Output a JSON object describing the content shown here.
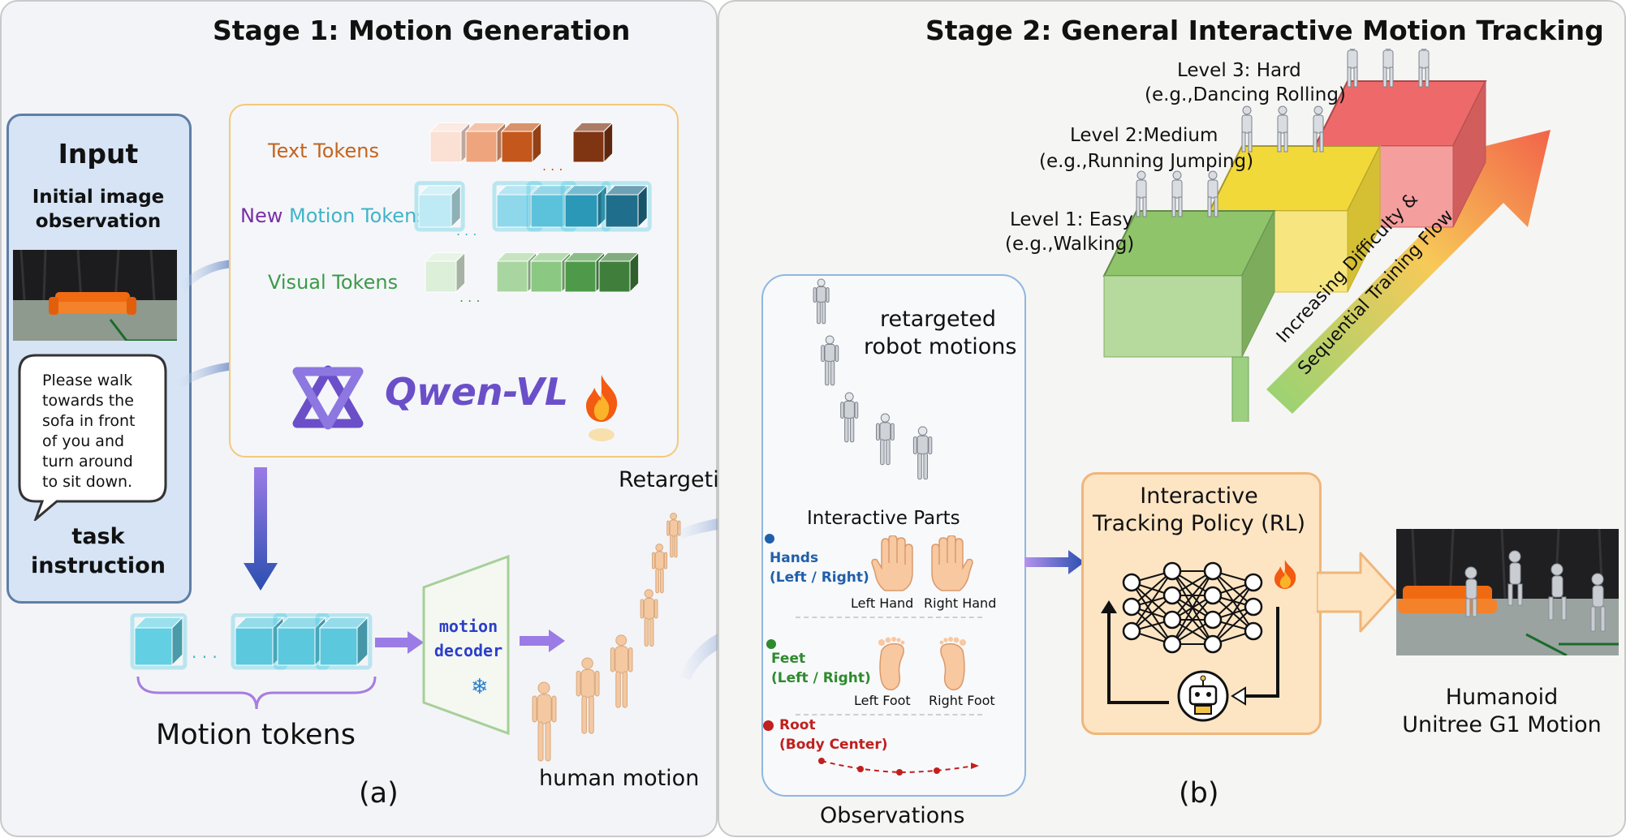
{
  "stage1": {
    "title": "Stage 1: Motion Generation",
    "input": {
      "title": "Input",
      "image_label": "Initial image observation",
      "instruction": [
        "Please walk",
        "towards the",
        "sofa in front",
        "of you and",
        "turn around",
        "to sit down."
      ],
      "task_label": [
        "task",
        "instruction"
      ]
    },
    "tokens": {
      "text": "Text Tokens",
      "motion_prefix": "New",
      "motion": "Motion Tokens",
      "visual": "Visual Tokens",
      "ellipsis": ". . ."
    },
    "model": {
      "name": "Qwen-VL",
      "frozen": false
    },
    "motion_tokens_label": "Motion tokens",
    "decoder": [
      "motion",
      "decoder"
    ],
    "human_motion_label": "human motion",
    "retargeting_label": "Retargeting",
    "caption": "(a)"
  },
  "stage2": {
    "title": "Stage 2: General Interactive Motion Tracking",
    "levels": [
      {
        "name": "Level 1: Easy",
        "example": "(e.g.,Walking)",
        "color": "#8fc46a"
      },
      {
        "name": "Level 2:Medium",
        "example": "(e.g.,Running Jumping)",
        "color": "#f2d93a"
      },
      {
        "name": "Level 3: Hard",
        "example": "(e.g.,Dancing Rolling)",
        "color": "#ee6a6a"
      }
    ],
    "difficulty_arrow": [
      "Increasing Difficulty &",
      "Sequential Training Flow"
    ],
    "observations": {
      "retargeted": [
        "retargeted",
        "robot motions"
      ],
      "parts_title": "Interactive Parts",
      "hands": [
        "Hands",
        "(Left / Right)"
      ],
      "left_hand": "Left Hand",
      "right_hand": "Right Hand",
      "feet": [
        "Feet",
        "(Left / Right)"
      ],
      "left_foot": "Left Foot",
      "right_foot": "Right Foot",
      "root": [
        "Root",
        "(Body Center)"
      ],
      "label": "Observations"
    },
    "policy": [
      "Interactive",
      "Tracking Policy (RL)"
    ],
    "output": [
      "Humanoid",
      "Unitree G1 Motion"
    ],
    "caption": "(b)"
  },
  "colors": {
    "panel_bg": "#f3f4f7",
    "input_bg": "#d6e4f5",
    "input_border": "#5f7ea6",
    "qwen_border": "#f3c97a",
    "obs_border": "#8fb7e0",
    "policy_bg": "#fde5c4",
    "policy_border": "#f0b679",
    "text_token": "#c2641f",
    "motion_token": "#3fb4c9",
    "visual_token": "#3d9a4a",
    "qwen": "#6a4fc9",
    "hands": "#1f5faa",
    "feet": "#2e8a2e",
    "root": "#c0201e"
  }
}
